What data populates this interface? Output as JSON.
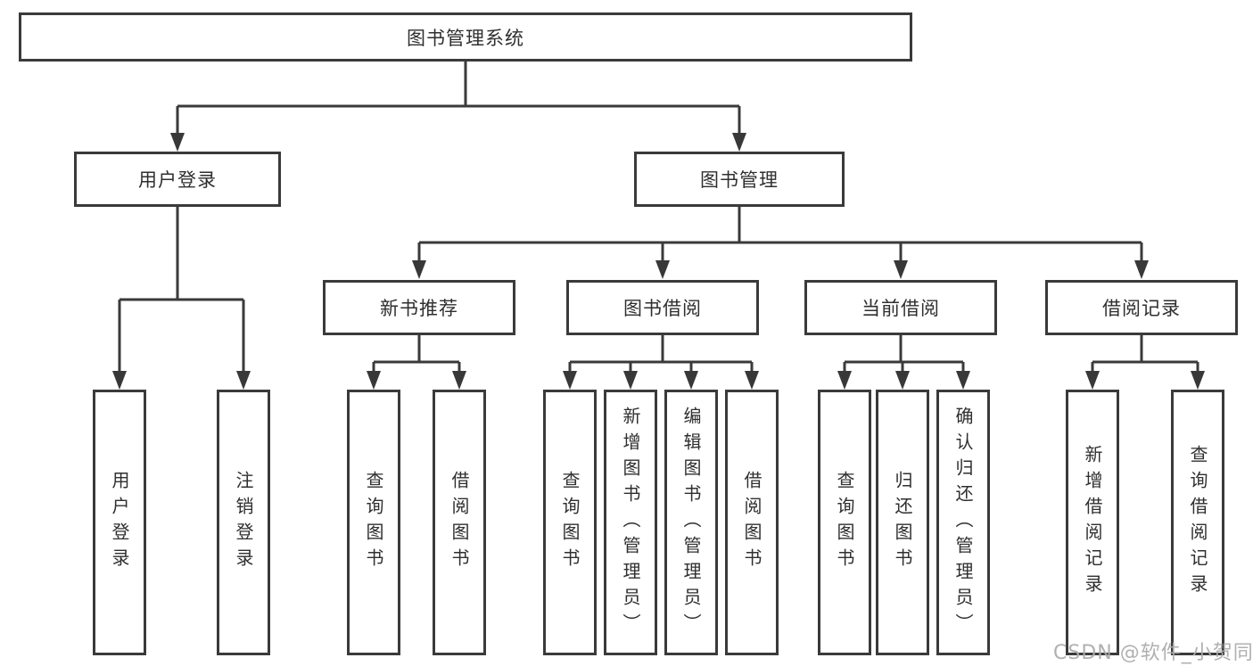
{
  "tree": {
    "root": {
      "label": "图书管理系统"
    },
    "branches": [
      {
        "label": "用户登录",
        "leaves": [
          {
            "label": "用户登录"
          },
          {
            "label": "注销登录"
          }
        ]
      },
      {
        "label": "图书管理",
        "groups": [
          {
            "label": "新书推荐",
            "leaves": [
              {
                "label": "查询图书"
              },
              {
                "label": "借阅图书"
              }
            ]
          },
          {
            "label": "图书借阅",
            "leaves": [
              {
                "label": "查询图书"
              },
              {
                "label": "新增图书（管理员）"
              },
              {
                "label": "编辑图书（管理员）"
              },
              {
                "label": "借阅图书"
              }
            ]
          },
          {
            "label": "当前借阅",
            "leaves": [
              {
                "label": "查询图书"
              },
              {
                "label": "归还图书"
              },
              {
                "label": "确认归还（管理员）"
              }
            ]
          },
          {
            "label": "借阅记录",
            "leaves": [
              {
                "label": "新增借阅记录"
              },
              {
                "label": "查询借阅记录"
              }
            ]
          }
        ]
      }
    ]
  },
  "watermark": {
    "text": "CSDN @软件_小贺同学"
  },
  "colors": {
    "line": "#3a3a3a",
    "text": "#2f2f2f",
    "background": "#ffffff",
    "watermark": "#acacac"
  }
}
